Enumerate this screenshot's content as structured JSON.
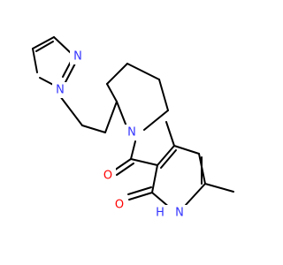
{
  "colors": {
    "background": "#ffffff",
    "bond": "#000000",
    "nitrogen": "#3333ff",
    "oxygen": "#ff0000"
  },
  "atoms": [
    {
      "id": "N-pz1",
      "label": "N",
      "element": "nitrogen"
    },
    {
      "id": "N-pz2",
      "label": "N",
      "element": "nitrogen"
    },
    {
      "id": "N-pip",
      "label": "N",
      "element": "nitrogen"
    },
    {
      "id": "O-carbonyl",
      "label": "O",
      "element": "oxygen"
    },
    {
      "id": "O-pyridone",
      "label": "O",
      "element": "oxygen"
    },
    {
      "id": "NH-pyridone",
      "label": "H",
      "element": "nitrogen",
      "second_label": "N"
    }
  ]
}
